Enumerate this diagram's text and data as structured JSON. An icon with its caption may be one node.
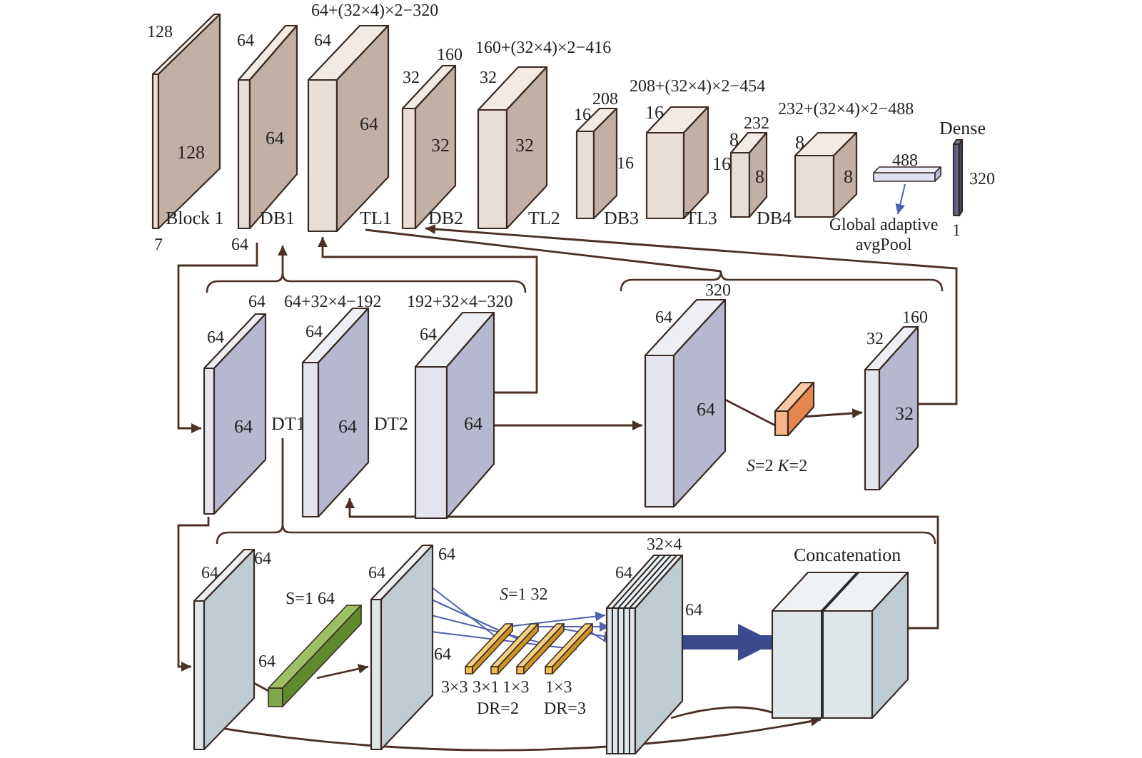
{
  "diagram": {
    "nodes": [
      {
        "text": [
          "128",
          "Block 1"
        ],
        "beside": [
          "128",
          "7"
        ]
      },
      {
        "text": [
          "64",
          "DB1"
        ],
        "beside": [
          "64",
          "64"
        ]
      },
      {
        "text": [
          "64",
          "TL1"
        ],
        "beside": [
          "64+(32×4)×2−320",
          "64"
        ]
      },
      {
        "text": [
          "32",
          "DB2"
        ],
        "beside": [
          "160",
          "32"
        ]
      },
      {
        "text": [
          "32",
          "TL2"
        ],
        "beside": [
          "160+(32×4)×2−416",
          "32"
        ]
      },
      {
        "text": [
          "DB3"
        ],
        "beside": [
          "208",
          "16",
          "16"
        ]
      },
      {
        "text": [
          "16",
          "16",
          "TL3"
        ],
        "beside": [
          "208+(32×4)×2−454"
        ]
      },
      {
        "text": [
          "8",
          "8",
          "DB4"
        ],
        "beside": [
          "232"
        ]
      },
      {
        "text": [
          "8",
          "8"
        ],
        "beside": [
          "232+(32×4)×2−488"
        ]
      },
      {
        "text": [],
        "shape": "bar",
        "beside": [
          "488"
        ]
      },
      {
        "text": [
          "Global adaptive avgPool"
        ]
      },
      {
        "text": [
          "Dense"
        ],
        "beside": [
          "320",
          "1"
        ]
      },
      {
        "text": [
          "64",
          "DT1"
        ],
        "beside": [
          "64",
          "64"
        ]
      },
      {
        "text": [
          "64",
          "DT2"
        ],
        "beside": [
          "64+32×4−192",
          "64"
        ]
      },
      {
        "text": [
          "64"
        ],
        "beside": [
          "192+32×4−320",
          "64"
        ]
      },
      {
        "text": [
          "64"
        ],
        "beside": [
          "320",
          "64"
        ]
      },
      {
        "text": [],
        "shape": "box",
        "beside": [
          "*S*=2 *K*=2"
        ]
      },
      {
        "text": [
          "32"
        ],
        "beside": [
          "160",
          "32"
        ]
      },
      {
        "text": [],
        "shape": "box",
        "beside": [
          "64",
          "64",
          "64"
        ]
      },
      {
        "text": [],
        "shape": "bar",
        "beside": [
          "S=1 64"
        ]
      },
      {
        "text": [],
        "shape": "box",
        "beside": [
          "64",
          "64",
          "64"
        ]
      },
      {
        "text": [],
        "shape": "bar",
        "beside": [
          "3×3"
        ]
      },
      {
        "text": [],
        "shape": "bar",
        "beside": [
          "3×1",
          "DR=2"
        ]
      },
      {
        "text": [],
        "shape": "bar",
        "beside": [
          "1×3"
        ]
      },
      {
        "text": [],
        "shape": "bar",
        "beside": [
          "1×3",
          "DR=3"
        ]
      },
      {
        "text": [],
        "shape": "box",
        "beside": [
          "32×4",
          "64",
          "64"
        ]
      },
      {
        "text": [
          "Concatenation"
        ]
      },
      {
        "text": [],
        "shape": "brace"
      },
      {
        "text": [],
        "shape": "brace"
      },
      {
        "text": [],
        "shape": "brace"
      }
    ],
    "edges": [
      {
        "from": 1,
        "to": 12,
        "arrow": "to"
      },
      {
        "from": 27,
        "to": 1,
        "arrow": "to"
      },
      {
        "from": 14,
        "to": 2,
        "arrow": "to"
      },
      {
        "from": 2,
        "to": 28,
        "arrow": "none"
      },
      {
        "from": 14,
        "to": 15,
        "arrow": "to"
      },
      {
        "from": 15,
        "to": 16,
        "arrow": "none"
      },
      {
        "from": 16,
        "to": 17,
        "arrow": "to"
      },
      {
        "from": 17,
        "to": 3,
        "arrow": "to"
      },
      {
        "from": 12,
        "to": 18,
        "arrow": "to"
      },
      {
        "from": 12,
        "to": 29,
        "arrow": "none"
      },
      {
        "from": 26,
        "to": 13,
        "arrow": "to"
      },
      {
        "from": 18,
        "to": 19,
        "arrow": "none"
      },
      {
        "from": 19,
        "to": 20,
        "arrow": "to"
      },
      {
        "from": 20,
        "to": 21,
        "arrow": "none",
        "color": "#5060b0"
      },
      {
        "from": 20,
        "to": 22,
        "arrow": "none",
        "color": "#5060b0"
      },
      {
        "from": 20,
        "to": 23,
        "arrow": "none",
        "color": "#5060b0"
      },
      {
        "from": 20,
        "to": 24,
        "arrow": "none",
        "color": "#5060b0"
      },
      {
        "from": 21,
        "to": 25,
        "arrow": "to",
        "color": "#5060b0"
      },
      {
        "from": 22,
        "to": 25,
        "arrow": "to",
        "color": "#5060b0"
      },
      {
        "from": 23,
        "to": 25,
        "arrow": "to",
        "color": "#5060b0"
      },
      {
        "from": 24,
        "to": 25,
        "arrow": "to",
        "color": "#5060b0"
      },
      {
        "from": 25,
        "to": 26,
        "arrow": "to",
        "style": "thick",
        "color": "#3a4a8c"
      },
      {
        "from": 18,
        "to": 26,
        "arrow": "to"
      },
      {
        "from": 25,
        "to": 26,
        "arrow": "to"
      },
      {
        "from": 9,
        "to": 10,
        "arrow": "to",
        "color": "#5060b0"
      }
    ],
    "labels": [
      "*S*=1  32"
    ]
  }
}
